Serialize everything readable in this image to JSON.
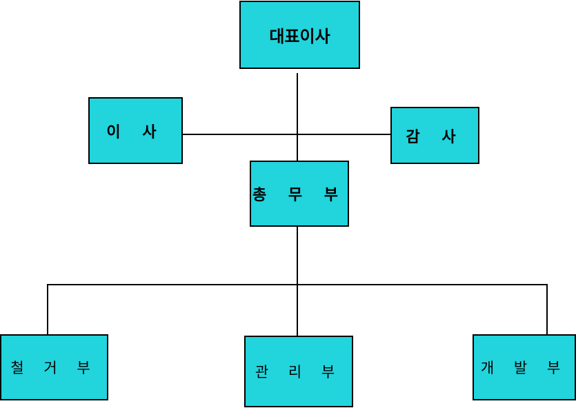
{
  "colors": {
    "box_fill": "#22d4dc",
    "box_border": "#000000",
    "line": "#000000"
  },
  "org": {
    "ceo": "대표이사",
    "director": "이 사",
    "auditor": "감 사",
    "general_affairs": "총 무 부",
    "demolition": "철 거 부",
    "management": "관 리 부",
    "development": "개 발 부"
  }
}
